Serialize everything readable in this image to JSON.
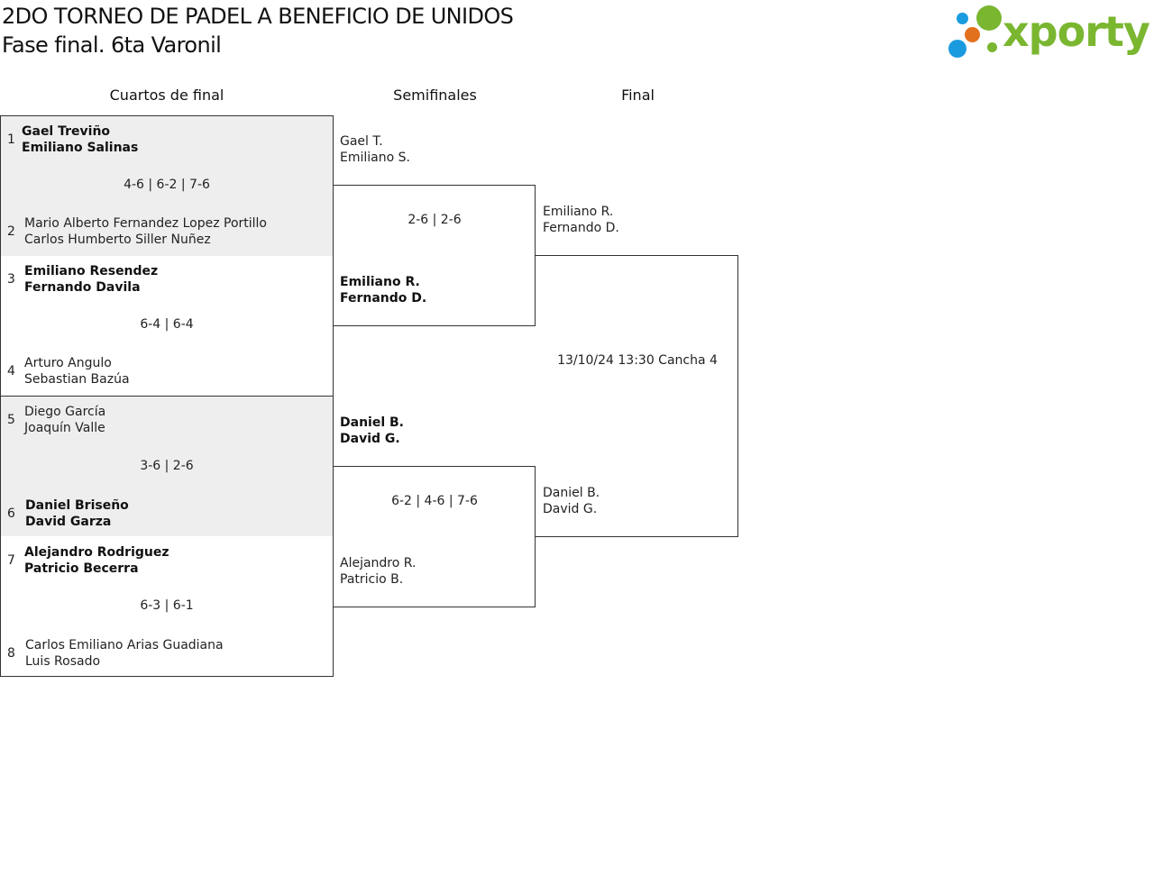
{
  "header": {
    "title": "2DO TORNEO DE PADEL A BENEFICIO DE UNIDOS",
    "subtitle": "Fase final. 6ta Varonil",
    "logo_text": "xporty"
  },
  "colors": {
    "logo_green": "#7ab630",
    "logo_blue": "#1a9be0",
    "logo_orange": "#e2711d",
    "match_grey": "#eeeeee",
    "border": "#333333"
  },
  "rounds": {
    "quarterfinals": "Cuartos de final",
    "semifinals": "Semifinales",
    "final": "Final"
  },
  "quarterfinals": [
    {
      "top": {
        "seed": "1",
        "p1": "Gael Treviño",
        "p2": "Emiliano Salinas",
        "winner": true
      },
      "score": "4-6 | 6-2 | 7-6",
      "bottom": {
        "seed": "2",
        "p1": "Mario Alberto Fernandez Lopez Portillo",
        "p2": "Carlos Humberto Siller Nuñez",
        "winner": false
      }
    },
    {
      "top": {
        "seed": "3",
        "p1": "Emiliano Resendez",
        "p2": "Fernando Davila",
        "winner": true
      },
      "score": "6-4 | 6-4",
      "bottom": {
        "seed": "4",
        "p1": "Arturo Angulo",
        "p2": "Sebastian Bazúa",
        "winner": false
      }
    },
    {
      "top": {
        "seed": "5",
        "p1": "Diego García",
        "p2": "Joaquín Valle",
        "winner": false
      },
      "score": "3-6 | 2-6",
      "bottom": {
        "seed": "6",
        "p1": "Daniel Briseño",
        "p2": "David Garza",
        "winner": true
      }
    },
    {
      "top": {
        "seed": "7",
        "p1": "Alejandro Rodriguez",
        "p2": "Patricio Becerra",
        "winner": true
      },
      "score": "6-3 | 6-1",
      "bottom": {
        "seed": "8",
        "p1": "Carlos Emiliano Arias Guadiana",
        "p2": "Luis Rosado",
        "winner": false
      }
    }
  ],
  "semifinals": [
    {
      "top": {
        "p1": "Gael T.",
        "p2": "Emiliano S.",
        "winner": false
      },
      "score": "2-6 | 2-6",
      "bottom": {
        "p1": "Emiliano R.",
        "p2": "Fernando D.",
        "winner": true
      }
    },
    {
      "top": {
        "p1": "Daniel B.",
        "p2": "David G.",
        "winner": true
      },
      "score": "6-2 | 4-6 | 7-6",
      "bottom": {
        "p1": "Alejandro R.",
        "p2": "Patricio B.",
        "winner": false
      }
    }
  ],
  "final": {
    "top": {
      "p1": "Emiliano R.",
      "p2": "Fernando D."
    },
    "info": "13/10/24 13:30 Cancha 4",
    "bottom": {
      "p1": "Daniel B.",
      "p2": "David G."
    }
  }
}
